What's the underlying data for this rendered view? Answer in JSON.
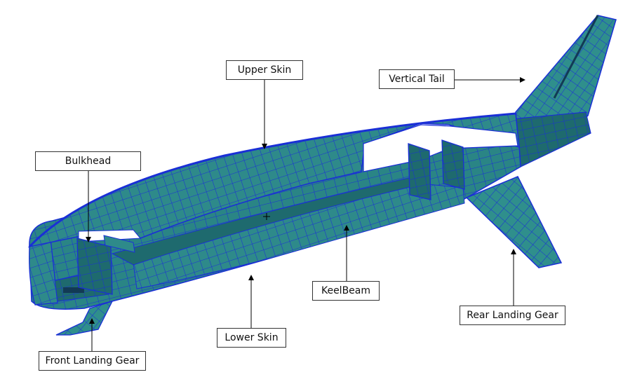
{
  "labels": {
    "upper_skin": "Upper Skin",
    "vertical_tail": "Vertical Tail",
    "bulkhead": "Bulkhead",
    "keel_beam": "KeelBeam",
    "lower_skin": "Lower Skin",
    "rear_landing_gear": "Rear Landing Gear",
    "front_landing_gear": "Front Landing Gear"
  },
  "colors": {
    "mesh_fill": "#2E8A8A",
    "mesh_fill_dark": "#1E6A6E",
    "mesh_fill_light": "#3FA3A0",
    "mesh_lines": "#1A2FD6",
    "arrow": "#000000"
  }
}
